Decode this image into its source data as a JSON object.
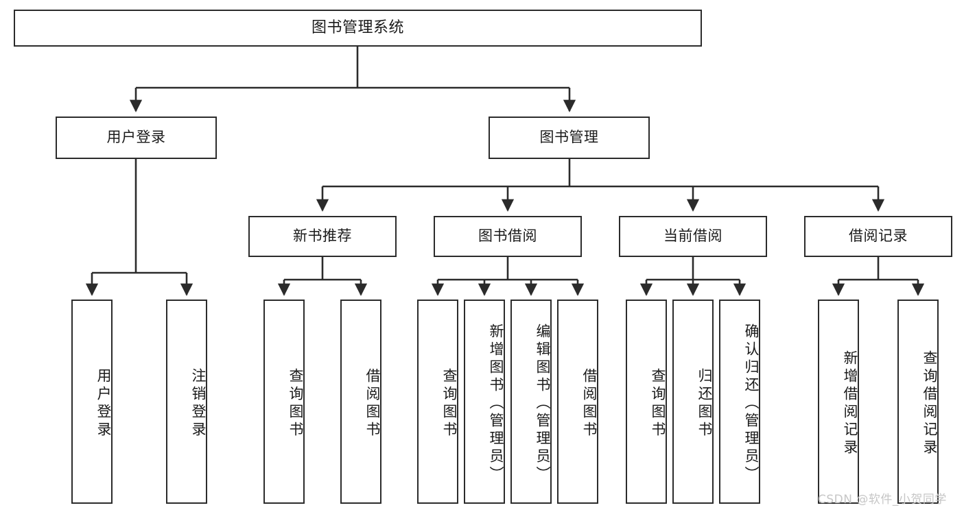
{
  "diagram": {
    "title": "图书管理系统",
    "type": "tree",
    "orientation": "top-down",
    "colors": {
      "box_border": "#2b2b2b",
      "box_fill": "#ffffff",
      "edge": "#2b2b2b",
      "text": "#1a1a1a",
      "watermark": "#c6c6c6",
      "background": "#ffffff"
    },
    "watermark": "CSDN @软件_小贺同学"
  },
  "nodes": {
    "root": {
      "label": "图书管理系统"
    },
    "level2": [
      {
        "label": "用户登录"
      },
      {
        "label": "图书管理"
      }
    ],
    "level3": [
      {
        "label": "新书推荐"
      },
      {
        "label": "图书借阅"
      },
      {
        "label": "当前借阅"
      },
      {
        "label": "借阅记录"
      }
    ],
    "leaves_user_login": [
      {
        "label": "用户登录"
      },
      {
        "label": "注销登录"
      }
    ],
    "leaves_new_book": [
      {
        "label": "查询图书"
      },
      {
        "label": "借阅图书"
      }
    ],
    "leaves_borrow": [
      {
        "label": "查询图书"
      },
      {
        "label": "新增图书（管理员）"
      },
      {
        "label": "编辑图书（管理员）"
      },
      {
        "label": "借阅图书"
      }
    ],
    "leaves_current": [
      {
        "label": "查询图书"
      },
      {
        "label": "归还图书"
      },
      {
        "label": "确认归还（管理员）"
      }
    ],
    "leaves_record": [
      {
        "label": "新增借阅记录"
      },
      {
        "label": "查询借阅记录"
      }
    ]
  }
}
